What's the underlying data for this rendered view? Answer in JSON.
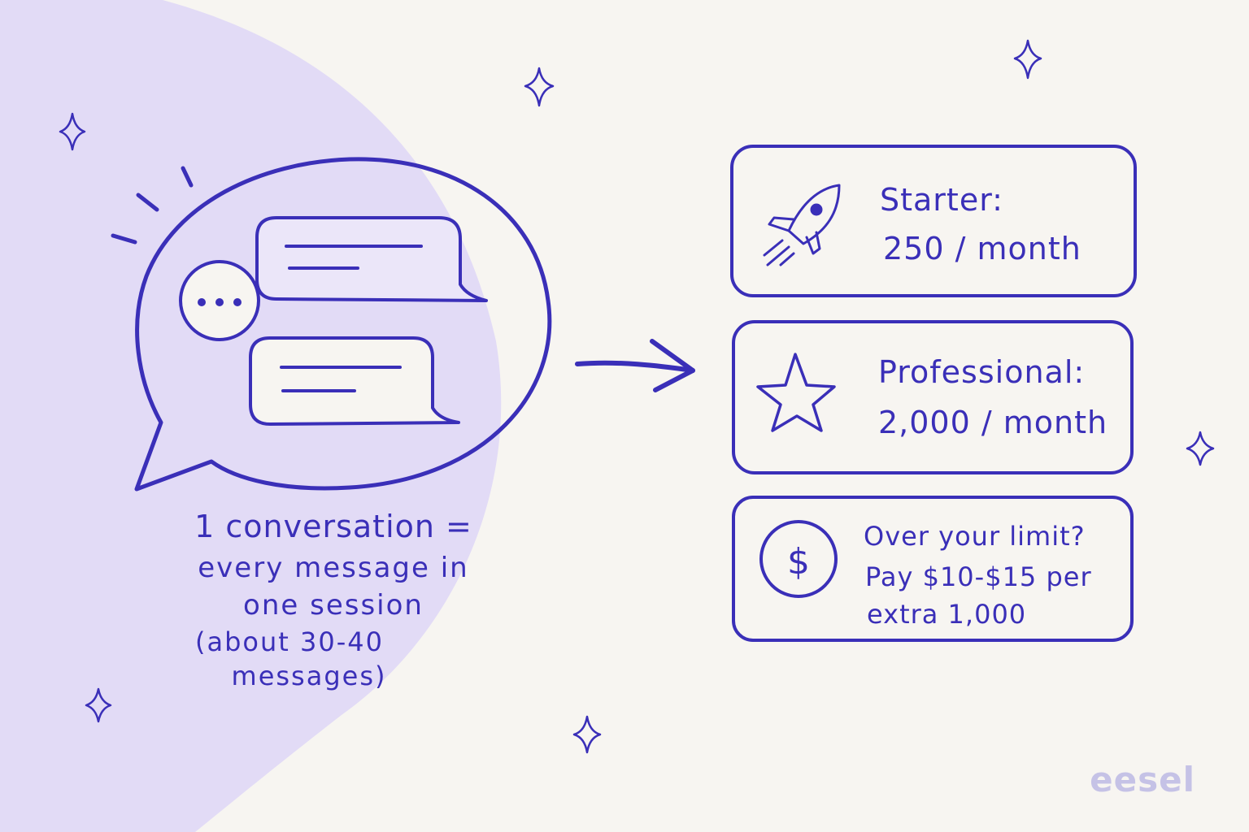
{
  "caption": {
    "line1": "1 conversation =",
    "line2": "every message in",
    "line3": "one session",
    "line4": "(about 30-40",
    "line5": "messages)"
  },
  "plans": [
    {
      "icon": "rocket-icon",
      "title": "Starter:",
      "value": "250 / month"
    },
    {
      "icon": "star-icon",
      "title": "Professional:",
      "value": "2,000 / month"
    },
    {
      "icon": "dollar-icon",
      "line1": "Over your limit?",
      "line2": "Pay $10-$15 per",
      "line3": "extra 1,000"
    }
  ],
  "brand": "eesel",
  "colors": {
    "ink": "#3a2fb8",
    "blob": "#e2dbf6",
    "background": "#f7f5f1"
  }
}
